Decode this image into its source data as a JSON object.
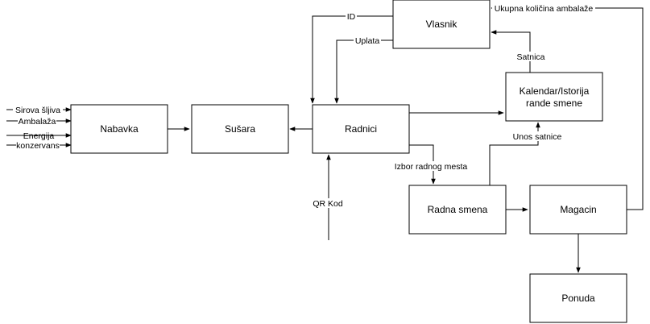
{
  "diagram": {
    "nodes": {
      "vlasnik": "Vlasnik",
      "nabavka": "Nabavka",
      "susara": "Sušara",
      "radnici": "Radnici",
      "kalendar_line1": "Kalendar/Istorija",
      "kalendar_line2": "rande smene",
      "radna_smena": "Radna smena",
      "magacin": "Magacin",
      "ponuda": "Ponuda"
    },
    "edge_labels": {
      "id": "ID",
      "uplata": "Uplata",
      "ukupna": "Ukupna količina ambalaže",
      "satnica": "Satnica",
      "unos_satnice": "Unos satnice",
      "izbor_radnog_mesta": "Izbor radnog mesta",
      "qr_kod": "QR Kod",
      "sirova_sljiva": "Sirova šljiva",
      "ambalaza": "Ambalaža",
      "energija": "Energija",
      "konzervans": "konzervans"
    }
  }
}
